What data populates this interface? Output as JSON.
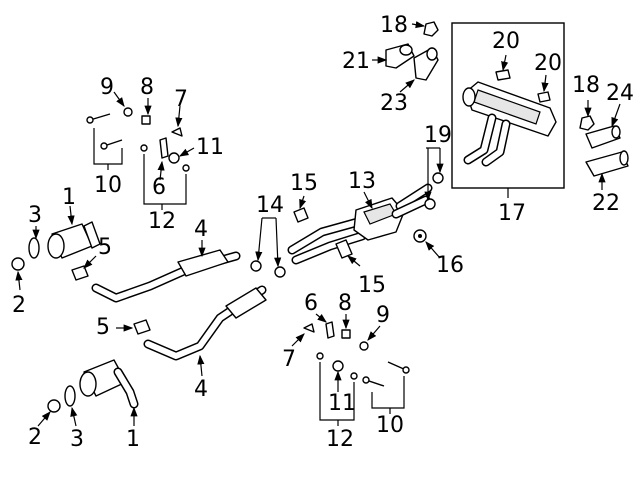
{
  "callouts": {
    "c1a": "1",
    "c1b": "1",
    "c2a": "2",
    "c2b": "2",
    "c3a": "3",
    "c3b": "3",
    "c4a": "4",
    "c4b": "4",
    "c5a": "5",
    "c5b": "5",
    "c6a": "6",
    "c6b": "6",
    "c7a": "7",
    "c7b": "7",
    "c8a": "8",
    "c8b": "8",
    "c9a": "9",
    "c9b": "9",
    "c10a": "10",
    "c10b": "10",
    "c11a": "11",
    "c11b": "11",
    "c12a": "12",
    "c12b": "12",
    "c13": "13",
    "c14": "14",
    "c15a": "15",
    "c15b": "15",
    "c16": "16",
    "c17": "17",
    "c18a": "18",
    "c18b": "18",
    "c19": "19",
    "c20a": "20",
    "c20b": "20",
    "c21": "21",
    "c22": "22",
    "c23": "23",
    "c24": "24"
  }
}
